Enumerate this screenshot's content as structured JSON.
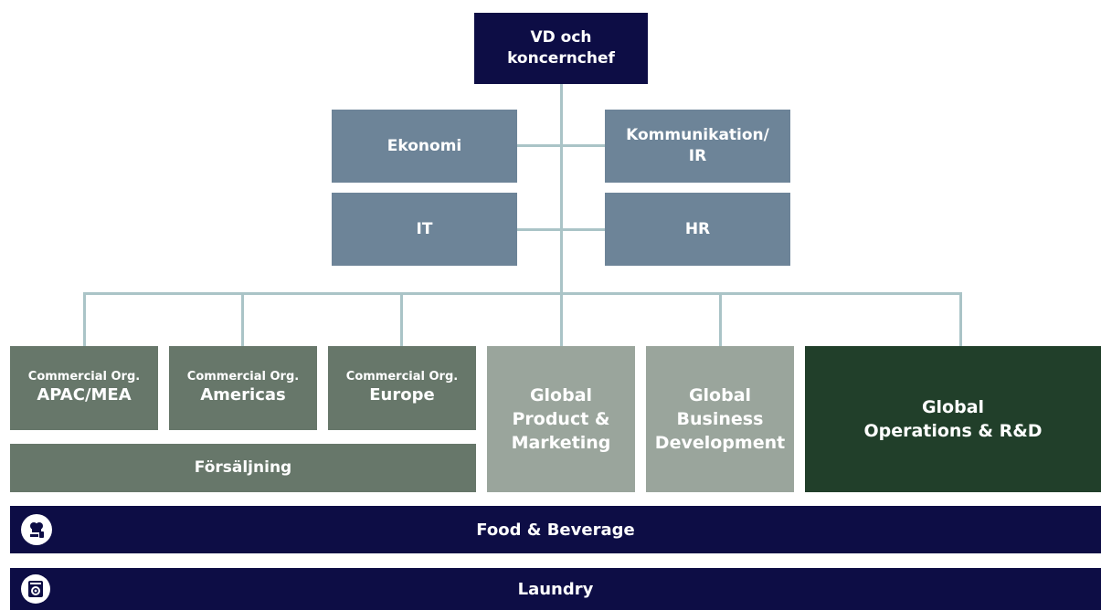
{
  "colors": {
    "navy": "#0d0d45",
    "slate": "#6d8498",
    "sales_green": "#67776a",
    "light_sage": "#9aa59c",
    "dark_green": "#213f2a",
    "connector": "#aac4c7"
  },
  "ceo": {
    "label": "VD och\nkoncernchef"
  },
  "staff": {
    "ekonomi": "Ekonomi",
    "kommunikation": "Kommunikation/\nIR",
    "it": "IT",
    "hr": "HR"
  },
  "commercial": [
    {
      "prefix": "Commercial Org.",
      "region": "APAC/MEA"
    },
    {
      "prefix": "Commercial Org.",
      "region": "Americas"
    },
    {
      "prefix": "Commercial Org.",
      "region": "Europe"
    }
  ],
  "sales_label": "Försäljning",
  "global_units": {
    "product_marketing": "Global\nProduct  &\nMarketing",
    "business_development": "Global\nBusiness\nDevelopment",
    "operations": "Global\nOperations & R&D"
  },
  "bars": {
    "food": {
      "label": "Food & Beverage",
      "icon": "chef-hat-icon"
    },
    "laundry": {
      "label": "Laundry",
      "icon": "washing-machine-icon"
    }
  }
}
